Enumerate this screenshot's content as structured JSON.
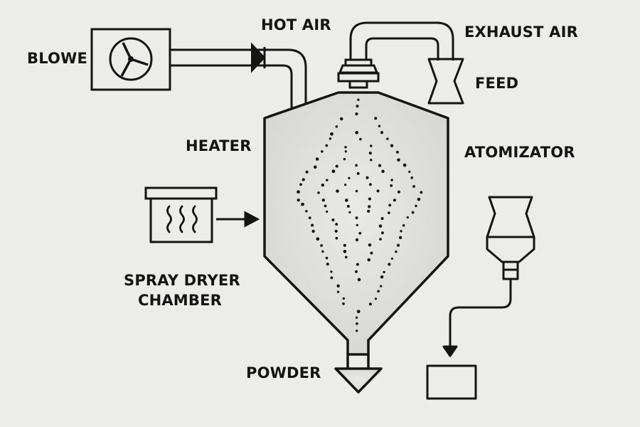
{
  "labels": {
    "blower": "BLOWE",
    "hot_air": "HOT AIR",
    "exhaust_air": "EXHAUST AIR",
    "feed": "FEED",
    "heater": "HEATER",
    "atomizator": "ATOMIZATOR",
    "chamber_line1": "SPRAY DRYER",
    "chamber_line2": "CHAMBER",
    "powder": "POWDER"
  },
  "icons": {
    "blower": "fan-icon",
    "heater": "heat-waves-icon",
    "feed": "funnel-icon",
    "atomizer": "nozzle-icon"
  },
  "colors": {
    "stroke": "#141414",
    "background": "#ececea",
    "chamber_fill": "#dcdcda"
  }
}
